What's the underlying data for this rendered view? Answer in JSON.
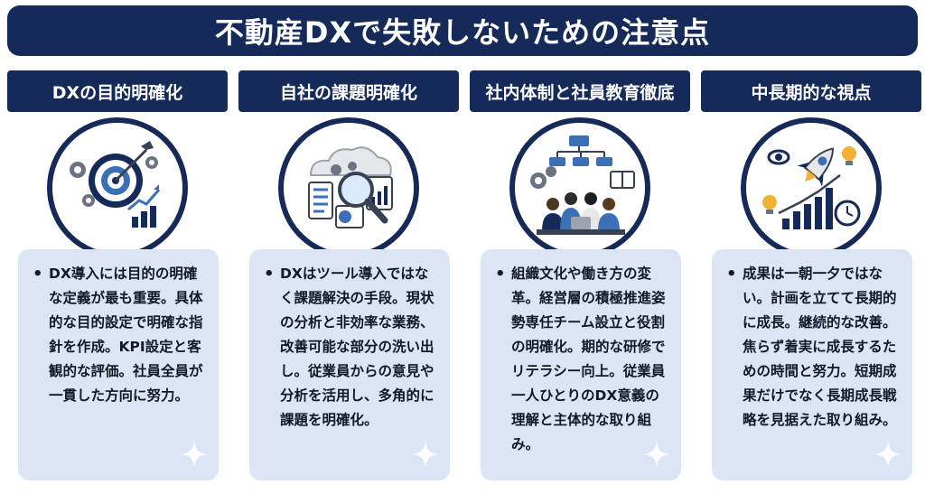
{
  "title": "不動産DXで失敗しないための注意点",
  "columns": [
    {
      "heading": "DXの目的明確化",
      "icon": "target-icon",
      "text": "DX導入には目的の明確な定義が最も重要。具体的な目的設定で明確な指針を作成。KPI設定と客観的な評価。社員全員が一貫した方向に努力。"
    },
    {
      "heading": "自社の課題明確化",
      "icon": "magnifier-analysis-icon",
      "text": "DXはツール導入ではなく課題解決の手段。現状の分析と非効率な業務、改善可能な部分の洗い出し。従業員からの意見や分析を活用し、多角的に課題を明確化。"
    },
    {
      "heading": "社内体制と社員教育徹底",
      "icon": "team-meeting-icon",
      "text": "組織文化や働き方の変革。経営層の積極推進姿勢専任チーム設立と役割の明確化。期的な研修でリテラシー向上。従業員一人ひとりのDX意義の理解と主体的な取り組み。"
    },
    {
      "heading": "中長期的な視点",
      "icon": "rocket-growth-icon",
      "text": "成果は一朝一夕ではない。計画を立てて長期的に成長。継続的な改善。焦らず着実に成長するための時間と努力。短期成果だけでなく長期成長戦略を見据えた取り組み。"
    }
  ],
  "colors": {
    "navy": "#162a5a",
    "card": "#dbe5f4",
    "accent_blue": "#3b6fb6",
    "accent_yellow": "#f2b134"
  }
}
